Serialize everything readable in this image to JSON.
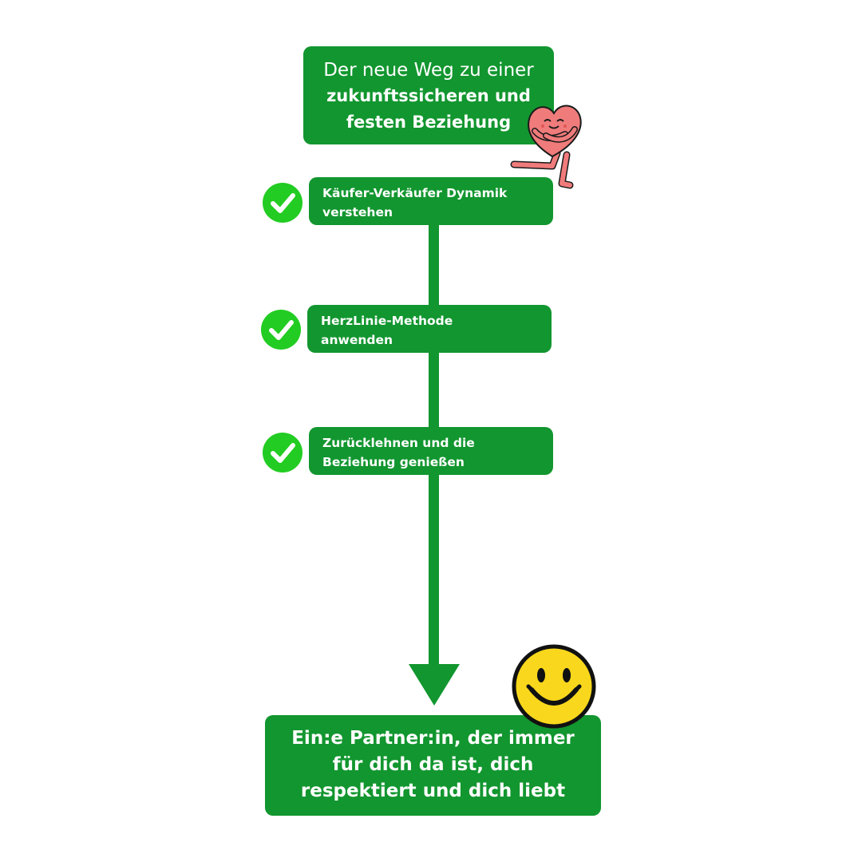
{
  "title": {
    "line1": "Der neue Weg zu einer",
    "line2": "zukunftssicheren und",
    "line3": "festen Beziehung"
  },
  "steps": [
    {
      "line1": "Käufer-Verkäufer Dynamik",
      "line2": "verstehen",
      "icon": "check-circle-icon"
    },
    {
      "line1": "HerzLinie-Methode",
      "line2": "anwenden",
      "icon": "check-circle-icon"
    },
    {
      "line1": "Zurücklehnen und die",
      "line2": "Beziehung genießen",
      "icon": "check-circle-icon"
    }
  ],
  "result": {
    "line1": "Ein:e Partner:in, der immer",
    "line2": "für dich da ist, dich",
    "line3": "respektiert und dich liebt"
  },
  "colors": {
    "box_green": "#12962f",
    "check_green": "#22cc22",
    "heart_pink": "#f07b7b",
    "smiley_yellow": "#f9d71c"
  },
  "decorations": {
    "heart": "hugging-heart-character-icon",
    "smiley": "smiley-face-icon",
    "arrow": "down-arrow-icon"
  }
}
